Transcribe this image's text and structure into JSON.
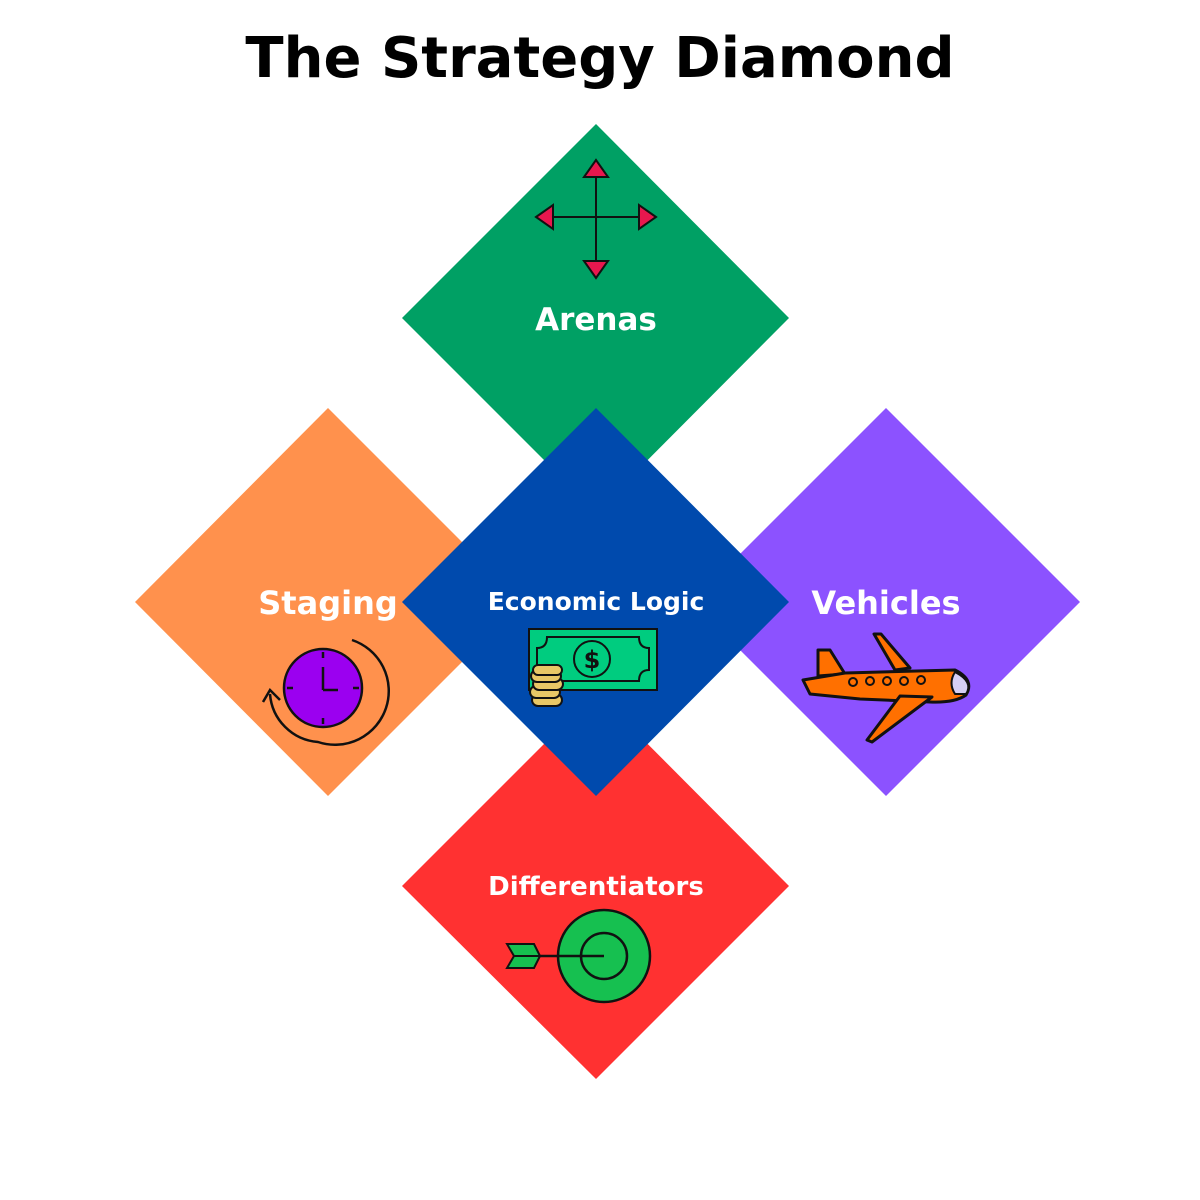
{
  "title": "The Strategy Diamond",
  "colors": {
    "arenas": "#00A064",
    "staging": "#FF914D",
    "economic_logic": "#004AAD",
    "vehicles": "#8C52FF",
    "differentiators": "#FF3131"
  },
  "elements": {
    "arenas": {
      "label": "Arenas",
      "icon": "four-way-arrows-icon"
    },
    "staging": {
      "label": "Staging",
      "icon": "clock-icon"
    },
    "economic_logic": {
      "label": "Economic Logic",
      "icon": "money-icon"
    },
    "vehicles": {
      "label": "Vehicles",
      "icon": "airplane-icon"
    },
    "differentiators": {
      "label": "Differentiators",
      "icon": "target-dart-icon"
    }
  }
}
